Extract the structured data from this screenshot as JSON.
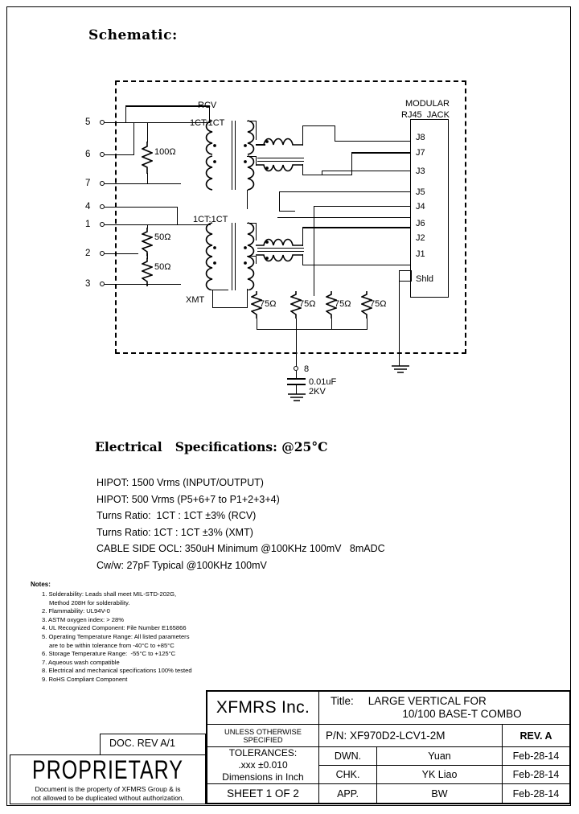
{
  "document": {
    "schematic_heading": "Schematic:",
    "electrical_heading": "Electrical   Specifications: @25°C",
    "doc_rev": "DOC. REV A/1"
  },
  "schematic": {
    "section_labels": {
      "rcv": "RCV",
      "xmt": "XMT",
      "rcv_ratio": "1CT:1CT",
      "xmt_ratio": "1CT:1CT",
      "jack_line1": "MODULAR",
      "jack_line2": "RJ45  JACK"
    },
    "left_pins": [
      "5",
      "6",
      "7",
      "4",
      "1",
      "2",
      "3"
    ],
    "resistors": {
      "rcv_term": "100Ω",
      "xmt_term_1": "50Ω",
      "xmt_term_2": "50Ω",
      "bob_smith": [
        "75Ω",
        "75Ω",
        "75Ω",
        "75Ω"
      ]
    },
    "cap_pin": "8",
    "cap_value_line1": "0.01uF",
    "cap_value_line2": "2KV",
    "jack_pins": [
      "J8",
      "J7",
      "J3",
      "J5",
      "J4",
      "J6",
      "J2",
      "J1",
      "Shld"
    ]
  },
  "specs": [
    "HIPOT: 1500 Vrms (INPUT/OUTPUT)",
    "HIPOT: 500 Vrms (P5+6+7 to P1+2+3+4)",
    "Turns Ratio:  1CT : 1CT ±3% (RCV)",
    "Turns Ratio: 1CT : 1CT ±3% (XMT)",
    "CABLE SIDE OCL: 350uH Minimum @100KHz 100mV   8mADC",
    "Cw/w: 27pF Typical @100KHz 100mV"
  ],
  "notes": {
    "heading": "Notes:",
    "items": [
      {
        "num": "1.",
        "main": "Solderability: Leads shall meet MIL-STD-202G,",
        "sub": "Method 208H for solderability."
      },
      {
        "num": "2.",
        "main": "Flammability: UL94V-0",
        "sub": ""
      },
      {
        "num": "3.",
        "main": "ASTM oxygen index: > 28%",
        "sub": ""
      },
      {
        "num": "4.",
        "main": "UL Recognized Component: File Number E165866",
        "sub": ""
      },
      {
        "num": "5.",
        "main": "Operating Temperature Range: All listed parameters",
        "sub": "are to be within tolerance from -40°C to +85°C"
      },
      {
        "num": "6.",
        "main": "Storage Temperature Range:  -55°C to +125°C",
        "sub": ""
      },
      {
        "num": "7.",
        "main": "Aqueous wash compatible",
        "sub": ""
      },
      {
        "num": "8.",
        "main": "Electrical and mechanical specifications 100% tested",
        "sub": ""
      },
      {
        "num": "9.",
        "main": "RoHS Compliant Component",
        "sub": ""
      }
    ]
  },
  "proprietary": {
    "title": "PROPRIETARY",
    "line1": "Document is the property of XFMRS Group & is",
    "line2": "not allowed to be duplicated without authorization."
  },
  "title_block": {
    "company": "XFMRS Inc.",
    "title_label": "Title:",
    "title_line1": "LARGE  VERTICAL  FOR",
    "title_line2": "10/100  BASE-T  COMBO",
    "unless_specified": "UNLESS OTHERWISE SPECIFIED",
    "tolerances_label": "TOLERANCES:",
    "tolerance_value": ".xxx  ±0.010",
    "dimensions": "Dimensions  in  Inch",
    "sheet": "SHEET  1  OF  2",
    "pn": "P/N:  XF970D2-LCV1-2M",
    "rev": "REV. A",
    "rows": [
      {
        "role": "DWN.",
        "name": "Yuan",
        "date": "Feb-28-14"
      },
      {
        "role": "CHK.",
        "name": "YK Liao",
        "date": "Feb-28-14"
      },
      {
        "role": "APP.",
        "name": "BW",
        "date": "Feb-28-14"
      }
    ]
  }
}
